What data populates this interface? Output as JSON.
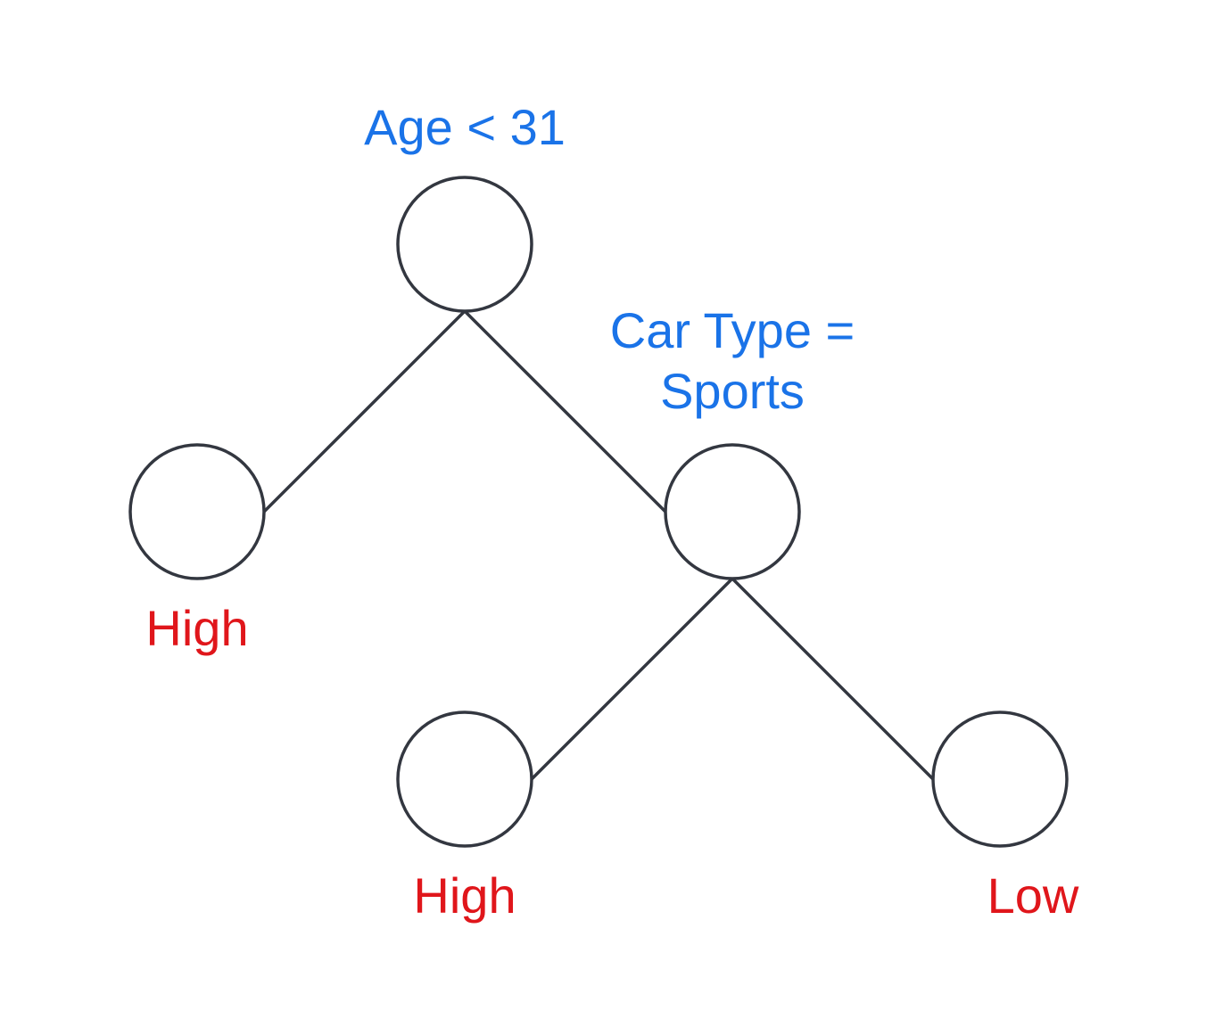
{
  "colors": {
    "condition_text": "#1a73e8",
    "leaf_text": "#e0161b",
    "stroke": "#333740",
    "background": "#ffffff"
  },
  "tree": {
    "root": {
      "condition": "Age < 31"
    },
    "left_leaf": {
      "label": "High"
    },
    "right_node": {
      "condition_line1": "Car Type =",
      "condition_line2": "Sports"
    },
    "right_left_leaf": {
      "label": "High"
    },
    "right_right_leaf": {
      "label": "Low"
    }
  }
}
